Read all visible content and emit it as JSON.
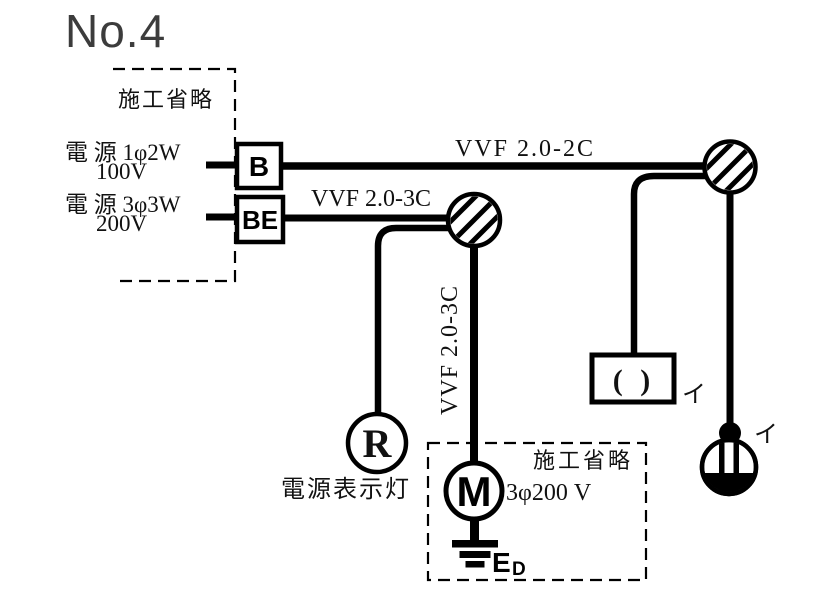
{
  "title": "No.4",
  "colors": {
    "ink": "#000000",
    "title_gray": "#3c3c3c"
  },
  "source_panel": {
    "omitted_label": "施工省略",
    "source1": {
      "spec": "電 源 1φ2W",
      "voltage": "100V",
      "breaker": "B"
    },
    "source2": {
      "spec": "電 源 3φ3W",
      "voltage": "200V",
      "breaker": "BE"
    }
  },
  "cables": {
    "top": "VVF 2.0-2C",
    "branch": "VVF 2.0-3C",
    "motor_drop": "VVF 2.0-3C"
  },
  "indicator": {
    "symbol": "R",
    "caption": "電源表示灯"
  },
  "motor_panel": {
    "omitted_label": "施工省略",
    "motor_symbol": "M",
    "spec": "3φ200 V",
    "ground_main": "E",
    "ground_sub": "D"
  },
  "rosette": {
    "glyph": "( )",
    "mark": "イ"
  },
  "pendant": {
    "mark": "イ"
  }
}
